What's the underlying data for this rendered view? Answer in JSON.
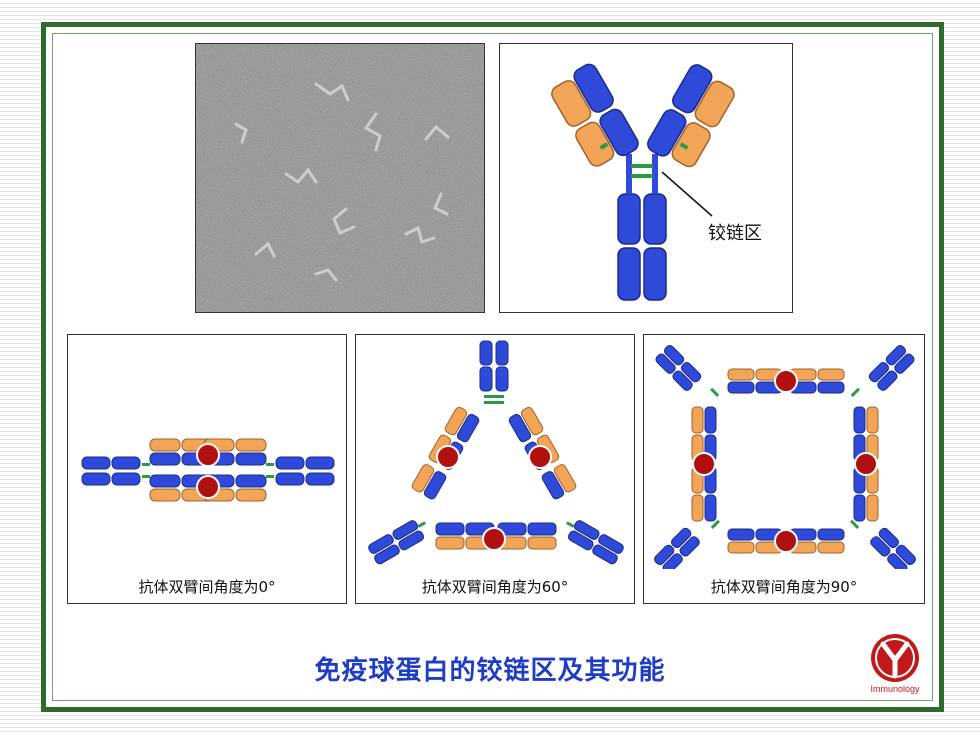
{
  "hinge_label": "铰链区",
  "captions": {
    "angle_0": "抗体双臂间角度为0°",
    "angle_60": "抗体双臂间角度为60°",
    "angle_90": "抗体双臂间角度为90°"
  },
  "title": "免疫球蛋白的铰链区及其功能",
  "logo_text": "Immunology",
  "colors": {
    "frame": "#2f6b2d",
    "title": "#1f3cc4",
    "heavy_chain": "#2f49d8",
    "light_chain": "#f2a457",
    "hinge": "#2c9a45",
    "antigen": "#b01010",
    "logo": "#c11919"
  }
}
